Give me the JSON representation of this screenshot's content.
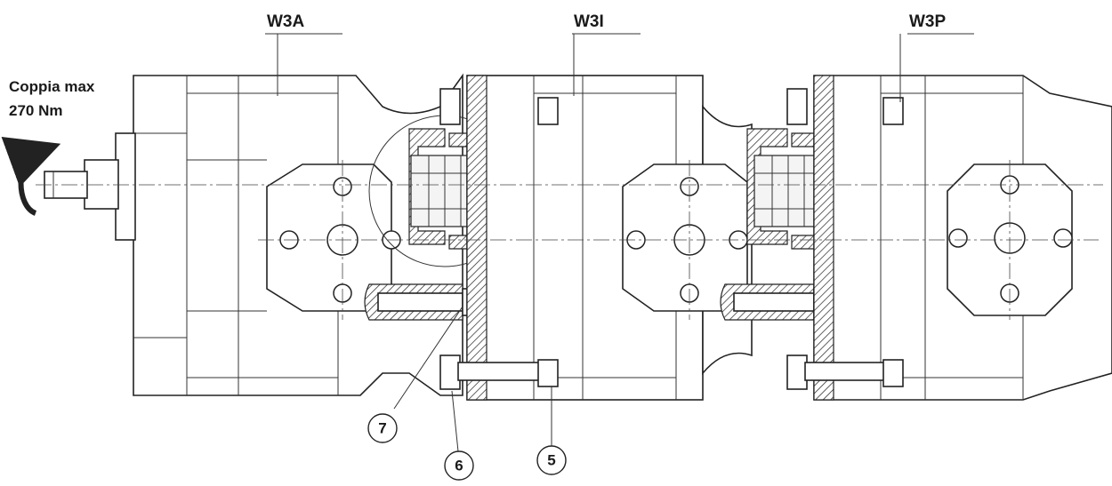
{
  "sections": [
    {
      "id": "front",
      "label": "W3A"
    },
    {
      "id": "middle",
      "label": "W3I"
    },
    {
      "id": "rear",
      "label": "W3P"
    }
  ],
  "torque": {
    "line1": "Coppia max",
    "line2": "270 Nm"
  },
  "callouts": [
    {
      "id": "c7",
      "number": "7"
    },
    {
      "id": "c6",
      "number": "6"
    },
    {
      "id": "c5",
      "number": "5"
    }
  ],
  "colors": {
    "ink": "#1a1a1a",
    "paper": "#ffffff"
  }
}
